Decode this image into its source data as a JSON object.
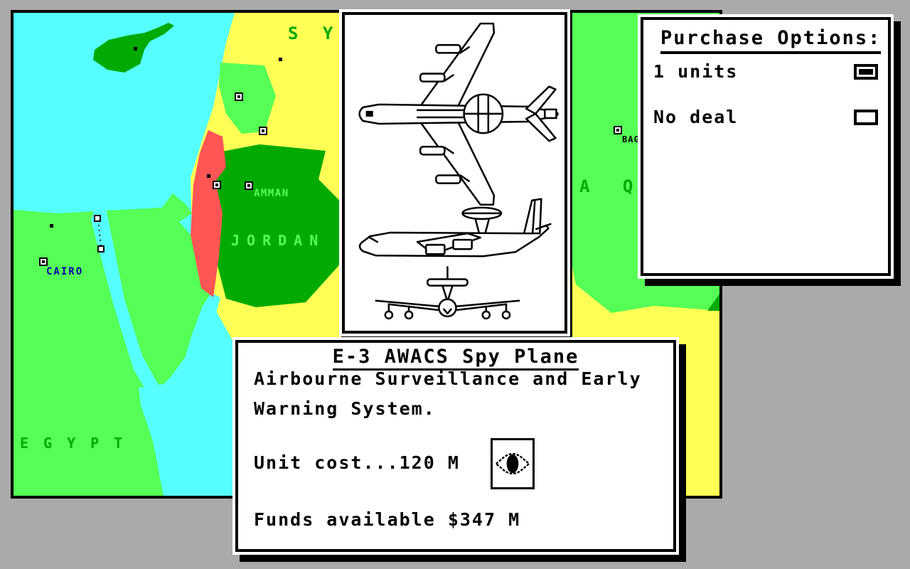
{
  "desktop": {
    "bg_color": "#AAAAAA"
  },
  "map": {
    "colors": {
      "sea": "#55FFFF",
      "land_bright_green": "#55FF55",
      "land_dark_green": "#00AA00",
      "land_yellow": "#FFFF55",
      "land_red": "#FF5555",
      "border": "#000000"
    },
    "country_labels": {
      "syria": "S Y",
      "iraq": "A Q",
      "jordan": "JORDAN",
      "egypt": "EGYPT"
    },
    "city_labels": {
      "amman": "AMMAN",
      "cairo": "CAIRO",
      "baghdad": "BAGHDAD"
    }
  },
  "purchase_panel": {
    "title": "Purchase Options:",
    "options": [
      {
        "label": "1 units",
        "selected": true
      },
      {
        "label": "No deal",
        "selected": false
      }
    ]
  },
  "info_panel": {
    "title": "E-3 AWACS Spy Plane",
    "line1": "Airbourne Surveillance and Early",
    "line2": "Warning System.",
    "unit_cost": "Unit cost...120 M",
    "funds": "Funds available $347 M",
    "eye_icon": "eye-icon"
  }
}
